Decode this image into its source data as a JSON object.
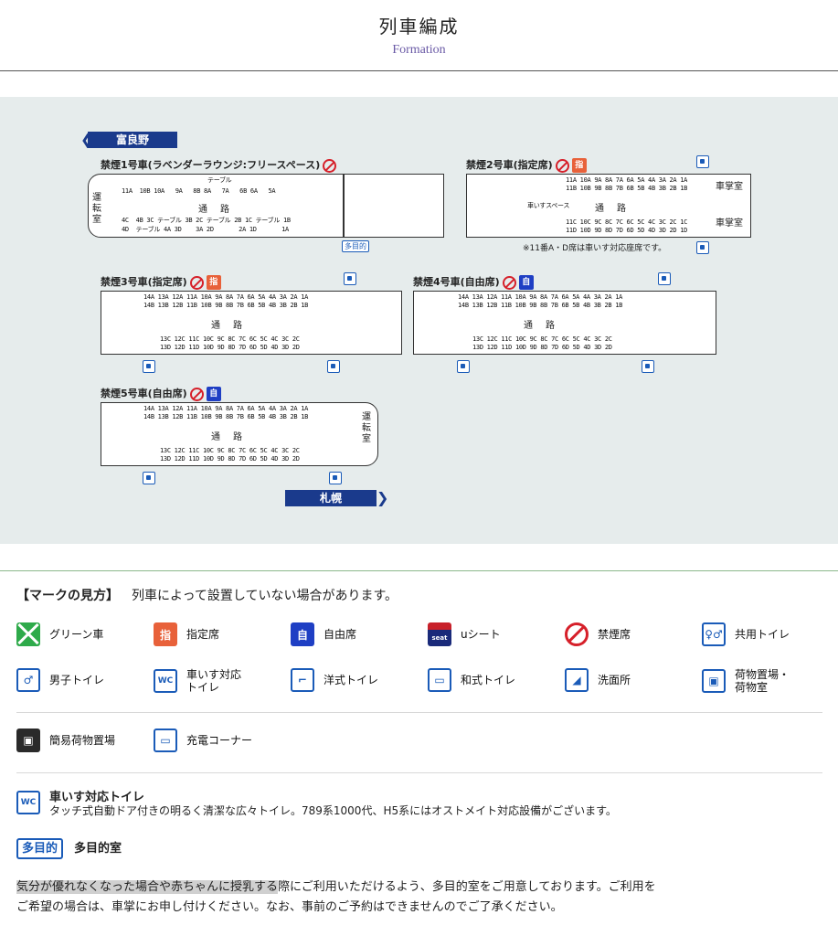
{
  "header": {
    "title": "列車編成",
    "subtitle": "Formation"
  },
  "diagram": {
    "dest_left": "富良野",
    "dest_right": "札幌",
    "cars": [
      {
        "label": "禁煙1号車(ラベンダーラウンジ:フリースペース)",
        "tag": ""
      },
      {
        "label": "禁煙2号車(指定席)",
        "tag": "指"
      },
      {
        "label": "禁煙3号車(指定席)",
        "tag": "指"
      },
      {
        "label": "禁煙4号車(自由席)",
        "tag": "自"
      },
      {
        "label": "禁煙5号車(自由席)",
        "tag": "自"
      }
    ],
    "car1": {
      "table_top": "テーブル",
      "row_a": "11A  10B 10A   9A   8B 8A   7A   6B 6A   5A",
      "aisle": "通路",
      "row_c": "4C  4B 3C テーブル 3B 2C テーブル 2B 1C テーブル 1B",
      "row_d": "4D  テーブル 4A 3D    3A 2D       2A 1D       1A",
      "cab": "運転室",
      "multi": "多目的"
    },
    "car2": {
      "row_a": "11A 10A 9A 8A 7A 6A 5A 4A 3A 2A 1A",
      "row_b": "11B 10B 9B 8B 7B 6B 5B 4B 3B 2B 1B",
      "aisle": "通路",
      "wheel_space": "車いすスペース",
      "row_c": "11C 10C 9C 8C 7C 6C 5C 4C 3C 2C 1C",
      "row_d": "11D 10D 9D 8D 7D 6D 5D 4D 3D 2D 1D",
      "conductor": "車掌室",
      "note": "※11番A・D席は車いす対応座席です。"
    },
    "std": {
      "row_a": "14A 13A 12A 11A 10A 9A 8A 7A 6A 5A 4A 3A 2A 1A",
      "row_b": "14B 13B 12B 11B 10B 9B 8B 7B 6B 5B 4B 3B 2B 1B",
      "aisle": "通路",
      "row_c": "13C 12C 11C 10C 9C 8C 7C 6C 5C 4C 3C 2C",
      "row_d": "13D 12D 11D 10D 9D 8D 7D 6D 5D 4D 3D 2D"
    }
  },
  "legend": {
    "heading": "【マークの見方】",
    "heading_note": "列車によって設置していない場合があります。",
    "items": [
      {
        "icon": "green-car-icon",
        "label": "グリーン車"
      },
      {
        "icon": "reserved-seat-icon",
        "label": "指定席",
        "glyph": "指"
      },
      {
        "icon": "non-reserved-seat-icon",
        "label": "自由席",
        "glyph": "自"
      },
      {
        "icon": "u-seat-icon",
        "label": "uシート",
        "glyph": "seat"
      },
      {
        "icon": "no-smoking-icon",
        "label": "禁煙席"
      },
      {
        "icon": "shared-toilet-icon",
        "label": "共用トイレ",
        "glyph": "♀♂"
      },
      {
        "icon": "mens-toilet-icon",
        "label": "男子トイレ",
        "glyph": "♂"
      },
      {
        "icon": "wheelchair-toilet-icon",
        "label": "車いす対応トイレ",
        "glyph": "WC"
      },
      {
        "icon": "western-toilet-icon",
        "label": "洋式トイレ",
        "glyph": "⌐"
      },
      {
        "icon": "japanese-toilet-icon",
        "label": "和式トイレ",
        "glyph": "▭"
      },
      {
        "icon": "washroom-icon",
        "label": "洗面所",
        "glyph": "◢"
      },
      {
        "icon": "luggage-room-icon",
        "label": "荷物置場・荷物室",
        "glyph": "▣"
      },
      {
        "icon": "simple-luggage-icon",
        "label": "簡易荷物置場",
        "glyph": "▣"
      },
      {
        "icon": "charging-corner-icon",
        "label": "充電コーナー",
        "glyph": "▭"
      }
    ],
    "wc_title": "車いす対応トイレ",
    "wc_desc": "タッチ式自動ドア付きの明るく清潔な広々トイレ。789系1000代、H5系にはオストメイト対応設備がございます。",
    "multi_badge": "多目的",
    "multi_title": "多目的室",
    "para_highlight": "気分が優れなくなった場合や赤ちゃんに授乳する",
    "para_rest": "際にご利用いただけるよう、多目的室をご用意しております。ご利用を",
    "para_line2": "ご希望の場合は、車掌にお申し付けください。なお、事前のご予約はできませんのでご了承ください。"
  }
}
